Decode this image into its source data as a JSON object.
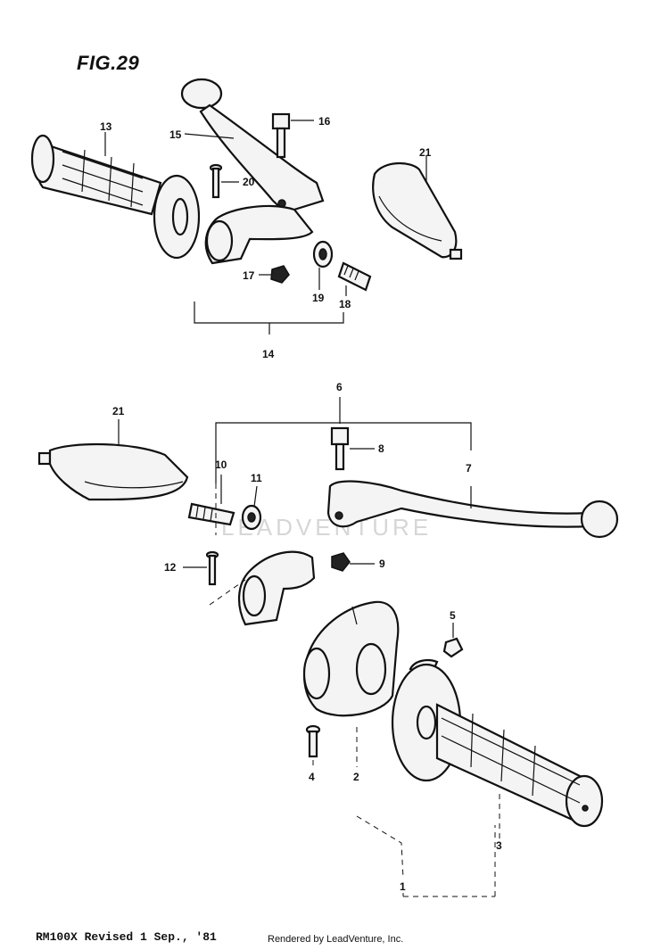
{
  "figure": {
    "title": "FIG.29"
  },
  "watermark": "LEADVENTURE",
  "callouts": {
    "c1": "1",
    "c2": "2",
    "c3": "3",
    "c4": "4",
    "c5": "5",
    "c6": "6",
    "c7": "7",
    "c8": "8",
    "c9": "9",
    "c10": "10",
    "c11": "11",
    "c12": "12",
    "c13": "13",
    "c14": "14",
    "c15": "15",
    "c16": "16",
    "c17": "17",
    "c18": "18",
    "c19": "19",
    "c20": "20",
    "c21a": "21",
    "c21b": "21"
  },
  "footer": {
    "model_revision": "RM100X  Revised 1 Sep., '81",
    "rendered_by": "Rendered by LeadVenture, Inc."
  }
}
